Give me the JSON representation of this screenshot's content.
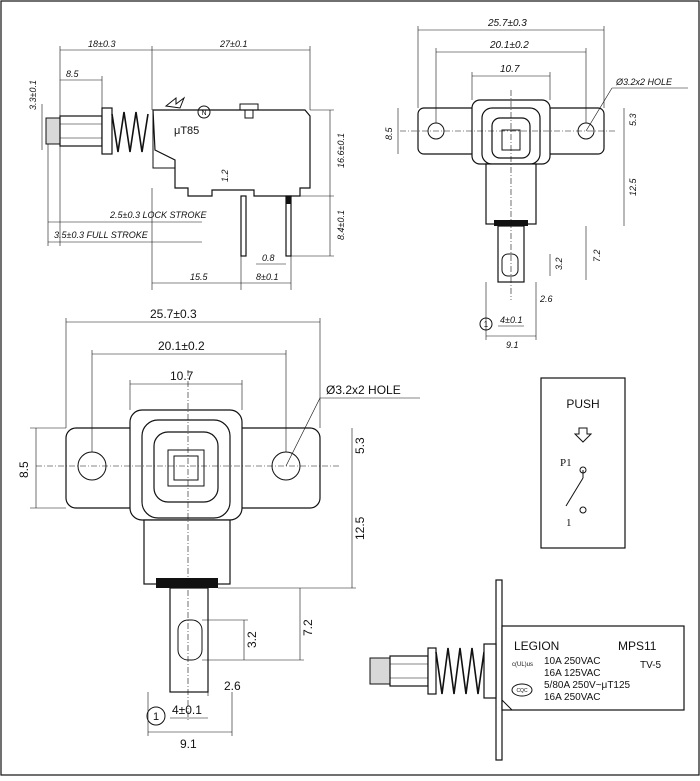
{
  "side_view": {
    "dim_width_left": "18±0.3",
    "dim_width_body": "27±0.1",
    "dim_plunger": "8.5",
    "dim_height_left": "3.3±0.1",
    "dim_height_body": "16.6±0.1",
    "dim_pin_height": "8.4±0.1",
    "dim_pin_gap": "1.2",
    "dim_pin_width": "0.8",
    "dim_bottom_a": "15.5",
    "dim_bottom_b": "8±0.1",
    "lock_stroke": "2.5±0.3 LOCK STROKE",
    "full_stroke": "3.5±0.3 FULL STROKE",
    "marking": "μT85",
    "cert_mark": "N"
  },
  "front_small": {
    "dim_total": "25.7±0.3",
    "dim_hole_span": "20.1±0.2",
    "dim_body": "10.7",
    "hole_note": "Ø3.2x2 HOLE",
    "dim_53": "5.3",
    "dim_85": "8.5",
    "dim_125": "12.5",
    "dim_72": "7.2",
    "dim_32": "3.2",
    "dim_26": "2.6",
    "dim_4": "4±0.1",
    "dim_91": "9.1",
    "marker": "1"
  },
  "front_large": {
    "dim_total": "25.7±0.3",
    "dim_hole_span": "20.1±0.2",
    "dim_body": "10.7",
    "hole_note": "Ø3.2x2 HOLE",
    "dim_53": "5.3",
    "dim_85": "8.5",
    "dim_125": "12.5",
    "dim_72": "7.2",
    "dim_32": "3.2",
    "dim_26": "2.6",
    "dim_4": "4±0.1",
    "dim_91": "9.1",
    "marker": "1"
  },
  "schematic": {
    "title": "PUSH",
    "p1": "P1",
    "p2": "1"
  },
  "label": {
    "brand": "LEGION",
    "model": "MPS11",
    "rating1": "10A 250VAC",
    "rating2": "16A 125VAC",
    "rating3": "5/80A 250V~μT125",
    "rating4": "16A 250VAC",
    "tv": "TV-5",
    "cert1": "c(UL)us",
    "cert2": "CQC"
  }
}
